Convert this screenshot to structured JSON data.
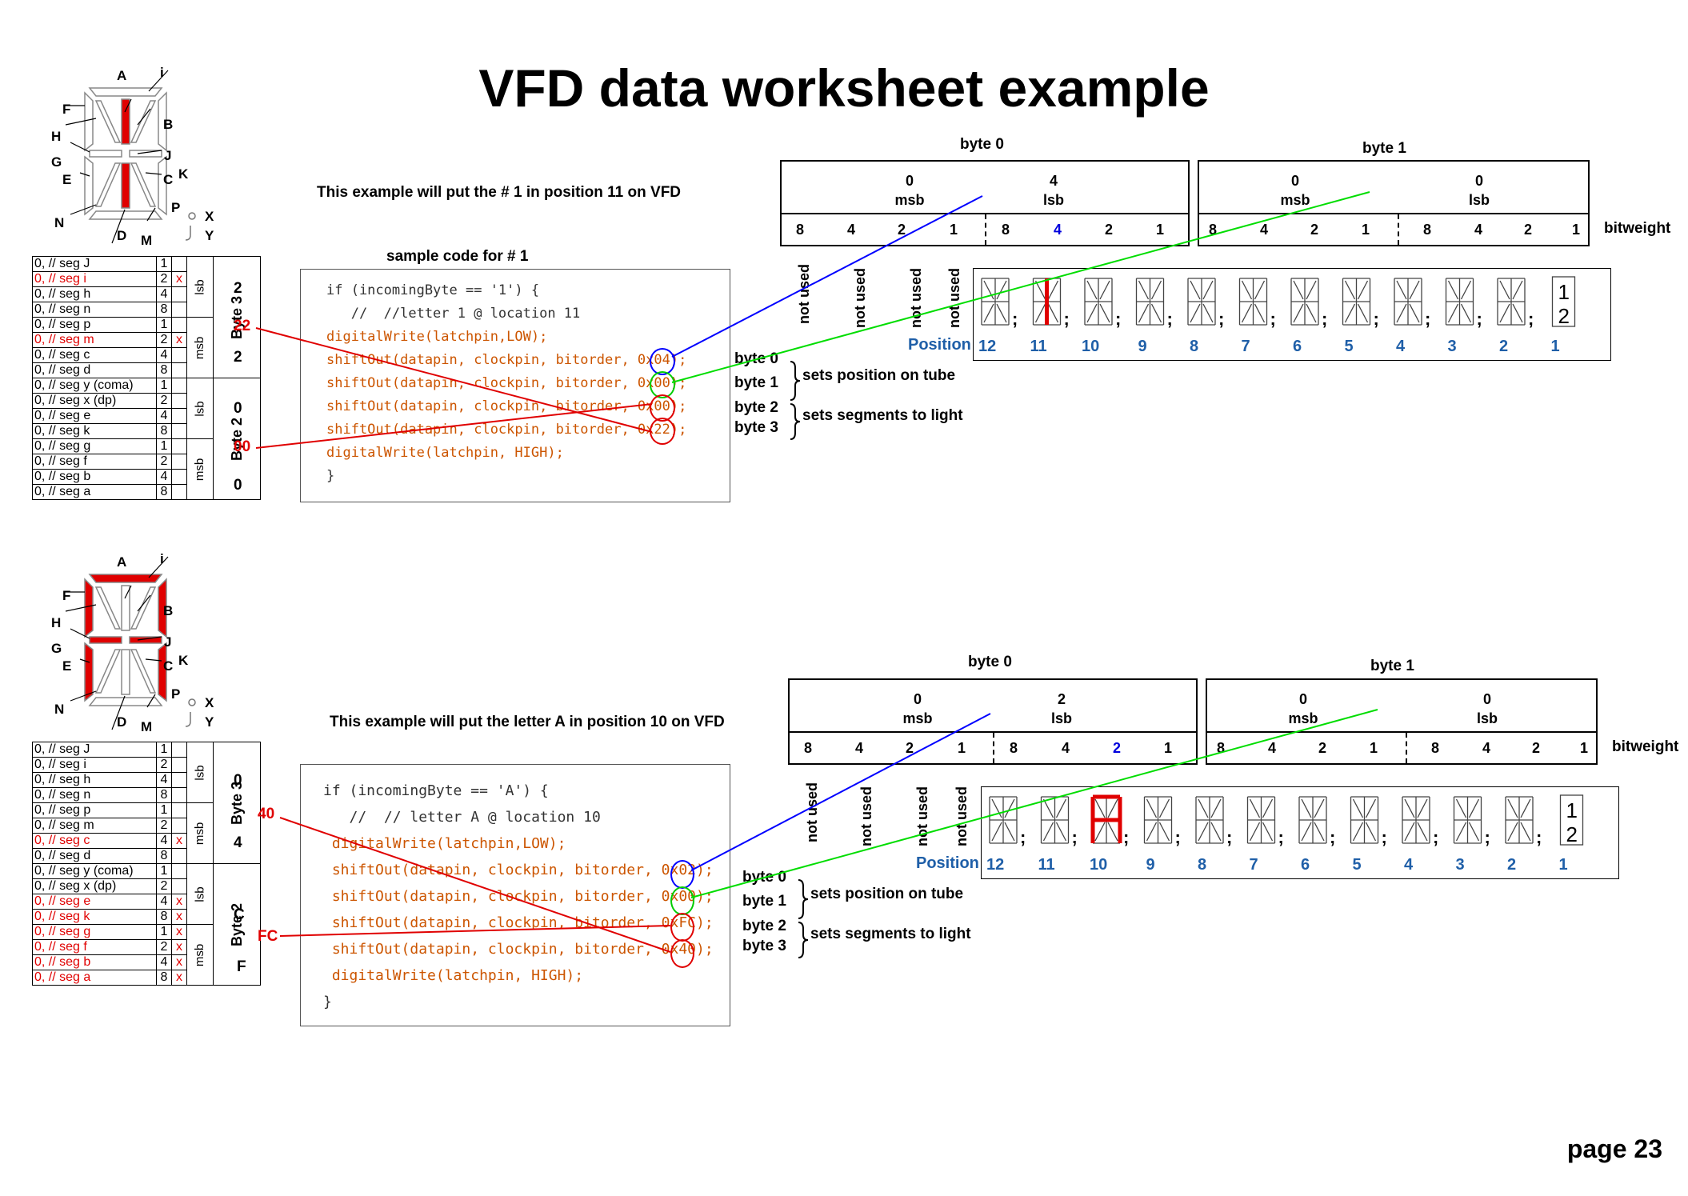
{
  "title": "VFD data worksheet example",
  "page_label": "page 23",
  "segment_letters": [
    "A",
    "i",
    "F",
    "B",
    "H",
    "J",
    "G",
    "K",
    "E",
    "C",
    "N",
    "P",
    "D",
    "M",
    "X",
    "Y"
  ],
  "ex1": {
    "description": "This example will put the # 1 in position 11 on VFD",
    "code_heading": "sample code for # 1",
    "code": [
      "if (incomingByte == '1') {",
      "   //  //letter 1 @ location 11",
      "digitalWrite(latchpin,LOW);",
      "shiftOut(datapin, clockpin, bitorder, 0x04);",
      "shiftOut(datapin, clockpin, bitorder, 0x00);",
      "shiftOut(datapin, clockpin, bitorder, 0x00);",
      "shiftOut(datapin, clockpin, bitorder, 0x22);",
      "digitalWrite(latchpin, HIGH);",
      "}"
    ],
    "hex_labels": [
      "22",
      "00"
    ],
    "nibble_values": [
      "2",
      "2",
      "0",
      "0"
    ],
    "segments": [
      {
        "name": "0,  // seg J",
        "w": "1",
        "x": ""
      },
      {
        "name": "0,  // seg i",
        "w": "2",
        "x": "x",
        "hl": true
      },
      {
        "name": "0,  // seg h",
        "w": "4",
        "x": ""
      },
      {
        "name": "0,  // seg n",
        "w": "8",
        "x": ""
      },
      {
        "name": "0,  // seg p",
        "w": "1",
        "x": ""
      },
      {
        "name": "0,  // seg m",
        "w": "2",
        "x": "x",
        "hl": true
      },
      {
        "name": "0,  // seg c",
        "w": "4",
        "x": ""
      },
      {
        "name": "0,  // seg d",
        "w": "8",
        "x": ""
      },
      {
        "name": "0,  // seg y (coma)",
        "w": "1",
        "x": ""
      },
      {
        "name": "0,  // seg x (dp)",
        "w": "2",
        "x": ""
      },
      {
        "name": "0,  // seg e",
        "w": "4",
        "x": ""
      },
      {
        "name": "0,  // seg k",
        "w": "8",
        "x": ""
      },
      {
        "name": "0,  // seg g",
        "w": "1",
        "x": ""
      },
      {
        "name": "0,  // seg f",
        "w": "2",
        "x": ""
      },
      {
        "name": "0,  // seg b",
        "w": "4",
        "x": ""
      },
      {
        "name": "0,  // seg a",
        "w": "8",
        "x": ""
      }
    ],
    "byte0_label": "byte 0",
    "byte1_label": "byte 1",
    "byte0_values": [
      "0",
      "4"
    ],
    "byte1_values": [
      "0",
      "0"
    ],
    "highlight_bit": "4"
  },
  "ex2": {
    "description": "This example will put the letter A  in position 10 on VFD",
    "code": [
      "if (incomingByte == 'A') {",
      "   //  // letter A @ location 10",
      " digitalWrite(latchpin,LOW);",
      " shiftOut(datapin, clockpin, bitorder, 0x02);",
      " shiftOut(datapin, clockpin, bitorder, 0x00);",
      " shiftOut(datapin, clockpin, bitorder, 0xFC);",
      " shiftOut(datapin, clockpin, bitorder, 0x40);",
      " digitalWrite(latchpin, HIGH);",
      "}"
    ],
    "hex_labels": [
      "40",
      "FC"
    ],
    "nibble_values": [
      "0",
      "4",
      "C",
      "F"
    ],
    "segments": [
      {
        "name": "0,  // seg J",
        "w": "1",
        "x": ""
      },
      {
        "name": "0,  // seg i",
        "w": "2",
        "x": ""
      },
      {
        "name": "0,  // seg h",
        "w": "4",
        "x": ""
      },
      {
        "name": "0,  // seg n",
        "w": "8",
        "x": ""
      },
      {
        "name": "0,  // seg p",
        "w": "1",
        "x": ""
      },
      {
        "name": "0,  // seg m",
        "w": "2",
        "x": ""
      },
      {
        "name": "0,  // seg c",
        "w": "4",
        "x": "x",
        "hl": true
      },
      {
        "name": "0,  // seg d",
        "w": "8",
        "x": ""
      },
      {
        "name": "0,  // seg y (coma)",
        "w": "1",
        "x": ""
      },
      {
        "name": "0,  // seg x (dp)",
        "w": "2",
        "x": ""
      },
      {
        "name": "0,  // seg e",
        "w": "4",
        "x": "x",
        "hl": true
      },
      {
        "name": "0,  // seg k",
        "w": "8",
        "x": "x",
        "hl": true
      },
      {
        "name": "0,  // seg g",
        "w": "1",
        "x": "x",
        "hl": true
      },
      {
        "name": "0,  // seg f",
        "w": "2",
        "x": "x",
        "hl": true
      },
      {
        "name": "0,  // seg b",
        "w": "4",
        "x": "x",
        "hl": true
      },
      {
        "name": "0,  // seg a",
        "w": "8",
        "x": "x",
        "hl": true
      }
    ],
    "byte0_label": "byte 0",
    "byte1_label": "byte 1",
    "byte0_values": [
      "0",
      "2"
    ],
    "byte1_values": [
      "0",
      "0"
    ],
    "highlight_bit": "2"
  },
  "common": {
    "msb": "msb",
    "lsb": "lsb",
    "byte3": "Byte 3",
    "byte2": "Byte 2",
    "bitweight": "bitweight",
    "bits": [
      "8",
      "4",
      "2",
      "1",
      "8",
      "4",
      "2",
      "1"
    ],
    "not_used": "not used",
    "position": "Position",
    "positions": [
      "12",
      "11",
      "10",
      "9",
      "8",
      "7",
      "6",
      "5",
      "4",
      "3",
      "2",
      "1"
    ],
    "byte_notes": [
      "byte 0",
      "byte 1",
      "byte 2",
      "byte 3"
    ],
    "sets_position": "sets position on tube",
    "sets_segments": "sets segments to light",
    "last_digit_top": "1",
    "last_digit_bottom": "2"
  },
  "colors": {
    "highlight": "#e00000",
    "position_blue": "#1f5fa8",
    "line_blue": "#0000ff",
    "line_green": "#00dd00"
  }
}
